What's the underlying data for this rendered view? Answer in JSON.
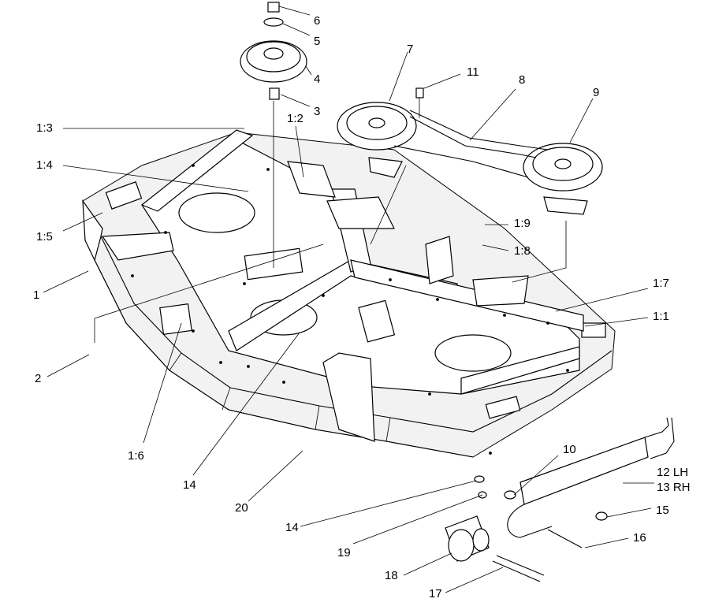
{
  "callouts": {
    "c6": "6",
    "c5": "5",
    "c4": "4",
    "c3": "3",
    "c7": "7",
    "c11": "11",
    "c8": "8",
    "c9": "9",
    "c1_3": "1:3",
    "c1_2": "1:2",
    "c1_4": "1:4",
    "c1_5": "1:5",
    "c1": "1",
    "c1_9": "1:9",
    "c1_8": "1:8",
    "c1_7": "1:7",
    "c1_1": "1:1",
    "c2": "2",
    "c1_6": "1:6",
    "c14a": "14",
    "c20": "20",
    "c10": "10",
    "c12": "12 LH",
    "c13": "13 RH",
    "c15": "15",
    "c14b": "14",
    "c19": "19",
    "c16": "16",
    "c18": "18",
    "c17": "17"
  }
}
